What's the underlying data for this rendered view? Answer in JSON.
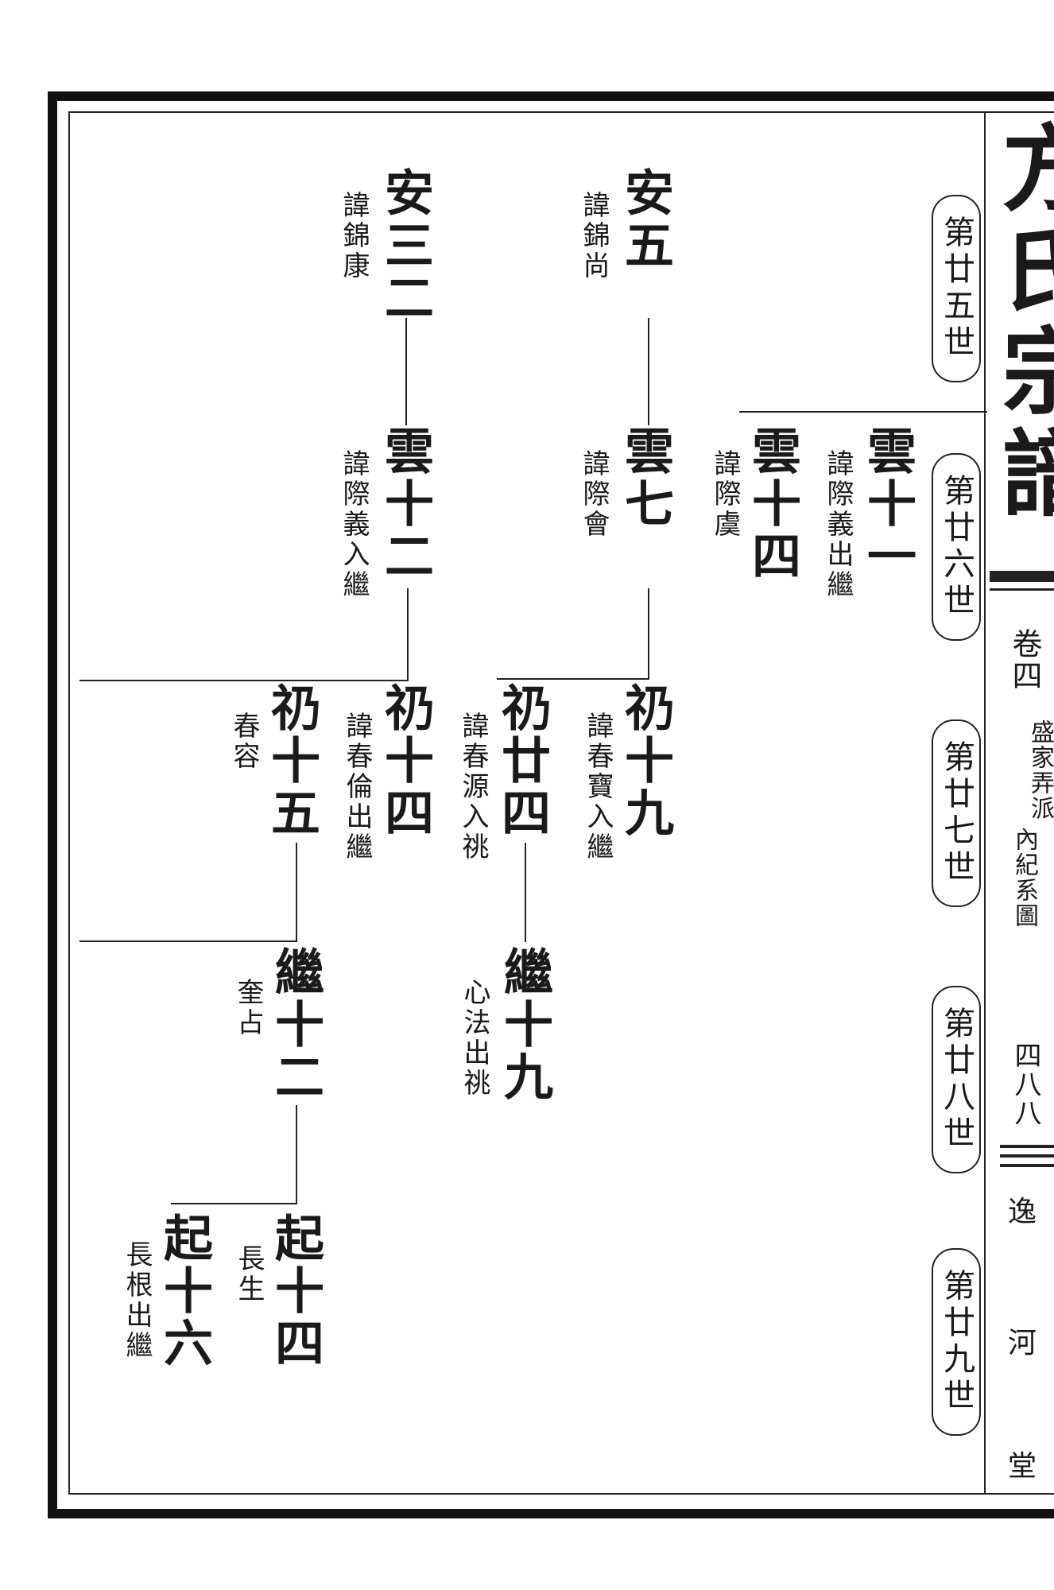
{
  "side": {
    "title": "方氏宗譜",
    "volume": "卷四",
    "branch": "盛家弄派",
    "section": "內紀系圖",
    "page": "四八八",
    "hall": [
      "逸",
      "河",
      "堂"
    ]
  },
  "generations": [
    "第廿五世",
    "第廿六世",
    "第廿七世",
    "第廿八世",
    "第廿九世"
  ],
  "persons": [
    {
      "id": "an32",
      "name": "安三二",
      "note": "諱錦康"
    },
    {
      "id": "an5",
      "name": "安五",
      "note": "諱錦尚"
    },
    {
      "id": "yun12",
      "name": "雲十二",
      "note": "諱際義入繼"
    },
    {
      "id": "yun7",
      "name": "雲七",
      "note": "諱際會"
    },
    {
      "id": "yun14",
      "name": "雲十四",
      "note": "諱際虞"
    },
    {
      "id": "yun11",
      "name": "雲十一",
      "note": "諱際義出繼"
    },
    {
      "id": "reng15",
      "name": "礽十五",
      "note": "春容"
    },
    {
      "id": "reng14",
      "name": "礽十四",
      "note": "諱春倫出繼"
    },
    {
      "id": "reng24",
      "name": "礽廿四",
      "note": "諱春源入祧"
    },
    {
      "id": "reng19",
      "name": "礽十九",
      "note": "諱春寶入繼"
    },
    {
      "id": "ji12",
      "name": "繼十二",
      "note": "奎占"
    },
    {
      "id": "ji19",
      "name": "繼十九",
      "note": "心法出祧"
    },
    {
      "id": "qi16",
      "name": "起十六",
      "note": "長根出繼"
    },
    {
      "id": "qi14",
      "name": "起十四",
      "note": "長生"
    }
  ]
}
